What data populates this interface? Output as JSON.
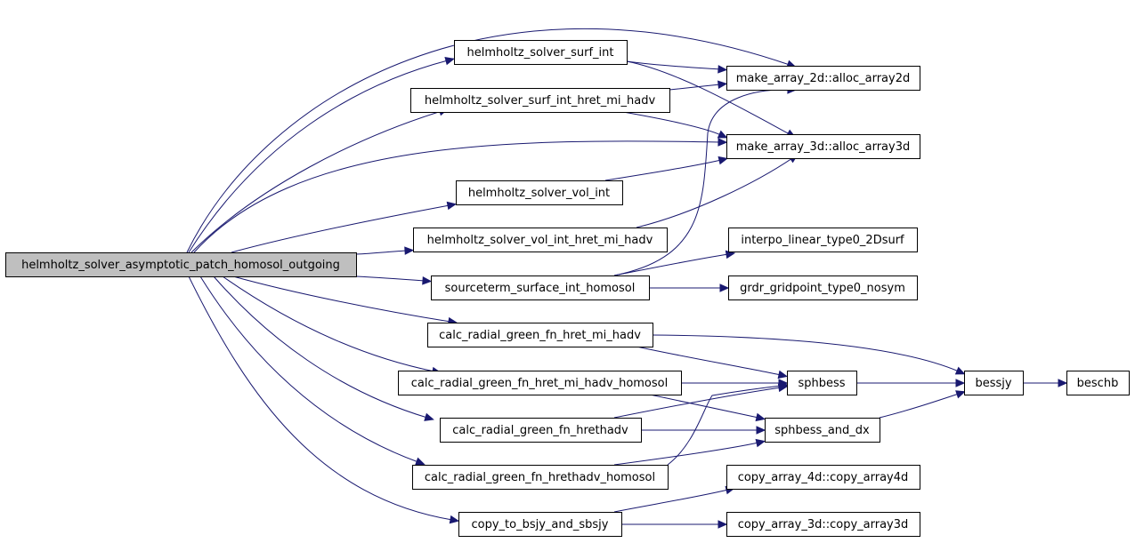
{
  "colors": {
    "edge": "#191970",
    "node_fill": "#ffffff",
    "root_fill": "#bfbfbf",
    "node_border": "#000000"
  },
  "root": "helmholtz_solver_asymptotic_patch_homosol_outgoing",
  "nodes": [
    {
      "id": "root",
      "label": "helmholtz_solver_asymptotic_patch_homosol_outgoing"
    },
    {
      "id": "surf_int",
      "label": "helmholtz_solver_surf_int"
    },
    {
      "id": "surf_int_hret",
      "label": "helmholtz_solver_surf_int_hret_mi_hadv"
    },
    {
      "id": "vol_int",
      "label": "helmholtz_solver_vol_int"
    },
    {
      "id": "vol_int_hret",
      "label": "helmholtz_solver_vol_int_hret_mi_hadv"
    },
    {
      "id": "sourceterm",
      "label": "sourceterm_surface_int_homosol"
    },
    {
      "id": "calc_hret",
      "label": "calc_radial_green_fn_hret_mi_hadv"
    },
    {
      "id": "calc_hret_homosol",
      "label": "calc_radial_green_fn_hret_mi_hadv_homosol"
    },
    {
      "id": "calc_hrethadv",
      "label": "calc_radial_green_fn_hrethadv"
    },
    {
      "id": "calc_hrethadv_homosol",
      "label": "calc_radial_green_fn_hrethadv_homosol"
    },
    {
      "id": "copy_bsjy",
      "label": "copy_to_bsjy_and_sbsjy"
    },
    {
      "id": "alloc2d",
      "label": "make_array_2d::alloc_array2d"
    },
    {
      "id": "alloc3d",
      "label": "make_array_3d::alloc_array3d"
    },
    {
      "id": "interpo",
      "label": "interpo_linear_type0_2Dsurf"
    },
    {
      "id": "grdr",
      "label": "grdr_gridpoint_type0_nosym"
    },
    {
      "id": "sphbess",
      "label": "sphbess"
    },
    {
      "id": "sphbess_dx",
      "label": "sphbess_and_dx"
    },
    {
      "id": "bessjy",
      "label": "bessjy"
    },
    {
      "id": "beschb",
      "label": "beschb"
    },
    {
      "id": "copy4d",
      "label": "copy_array_4d::copy_array4d"
    },
    {
      "id": "copy3d",
      "label": "copy_array_3d::copy_array3d"
    }
  ],
  "edges": [
    {
      "from": "root",
      "to": "alloc2d"
    },
    {
      "from": "root",
      "to": "surf_int"
    },
    {
      "from": "root",
      "to": "surf_int_hret"
    },
    {
      "from": "root",
      "to": "alloc3d"
    },
    {
      "from": "root",
      "to": "vol_int"
    },
    {
      "from": "root",
      "to": "vol_int_hret"
    },
    {
      "from": "root",
      "to": "sourceterm"
    },
    {
      "from": "root",
      "to": "calc_hret"
    },
    {
      "from": "root",
      "to": "calc_hret_homosol"
    },
    {
      "from": "root",
      "to": "calc_hrethadv"
    },
    {
      "from": "root",
      "to": "calc_hrethadv_homosol"
    },
    {
      "from": "root",
      "to": "copy_bsjy"
    },
    {
      "from": "surf_int",
      "to": "alloc2d"
    },
    {
      "from": "surf_int",
      "to": "alloc3d"
    },
    {
      "from": "surf_int_hret",
      "to": "alloc2d"
    },
    {
      "from": "surf_int_hret",
      "to": "alloc3d"
    },
    {
      "from": "vol_int",
      "to": "alloc3d"
    },
    {
      "from": "vol_int_hret",
      "to": "alloc3d"
    },
    {
      "from": "sourceterm",
      "to": "alloc2d"
    },
    {
      "from": "sourceterm",
      "to": "interpo"
    },
    {
      "from": "sourceterm",
      "to": "grdr"
    },
    {
      "from": "calc_hret",
      "to": "sphbess"
    },
    {
      "from": "calc_hret",
      "to": "bessjy"
    },
    {
      "from": "calc_hret_homosol",
      "to": "sphbess"
    },
    {
      "from": "calc_hret_homosol",
      "to": "sphbess_dx"
    },
    {
      "from": "calc_hrethadv",
      "to": "sphbess"
    },
    {
      "from": "calc_hrethadv",
      "to": "sphbess_dx"
    },
    {
      "from": "calc_hrethadv_homosol",
      "to": "sphbess"
    },
    {
      "from": "calc_hrethadv_homosol",
      "to": "sphbess_dx"
    },
    {
      "from": "sphbess",
      "to": "bessjy"
    },
    {
      "from": "sphbess_dx",
      "to": "bessjy"
    },
    {
      "from": "bessjy",
      "to": "beschb"
    },
    {
      "from": "copy_bsjy",
      "to": "copy4d"
    },
    {
      "from": "copy_bsjy",
      "to": "copy3d"
    }
  ]
}
